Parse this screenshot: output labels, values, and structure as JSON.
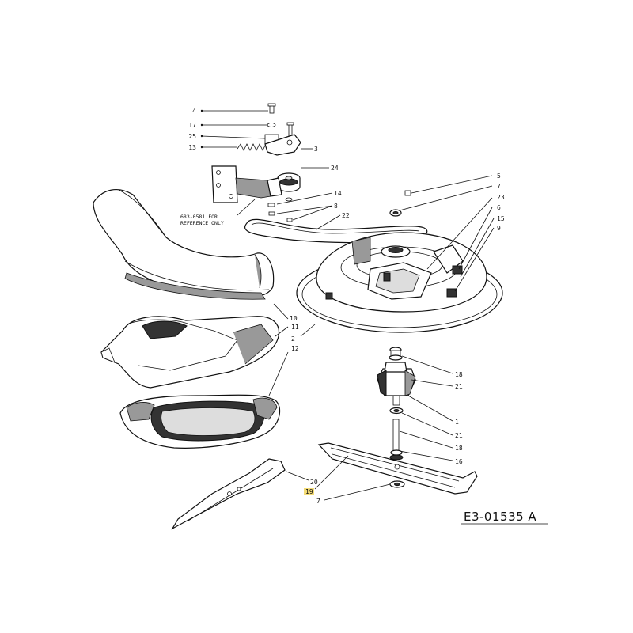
{
  "labels": {
    "l4": "4",
    "l17": "17",
    "l25": "25",
    "l13": "13",
    "l3": "3",
    "l24": "24",
    "l14": "14",
    "l8a": "8",
    "l22": "22",
    "l5": "5",
    "l7a": "7",
    "l23": "23",
    "l6": "6",
    "l15": "15",
    "l9": "9",
    "l10": "10",
    "l11": "11",
    "l2": "2",
    "l12": "12",
    "l18a": "18",
    "l21a": "21",
    "l1": "1",
    "l21b": "21",
    "l18b": "18",
    "l16": "16",
    "l20": "20",
    "l19": "19",
    "l7b": "7"
  },
  "note": {
    "line1": "683-0581 FOR",
    "line2": "REFERENCE ONLY"
  },
  "drawing_code": "E3-01535 A",
  "colors": {
    "line": "#111111",
    "highlight_label": "#e0b000"
  }
}
